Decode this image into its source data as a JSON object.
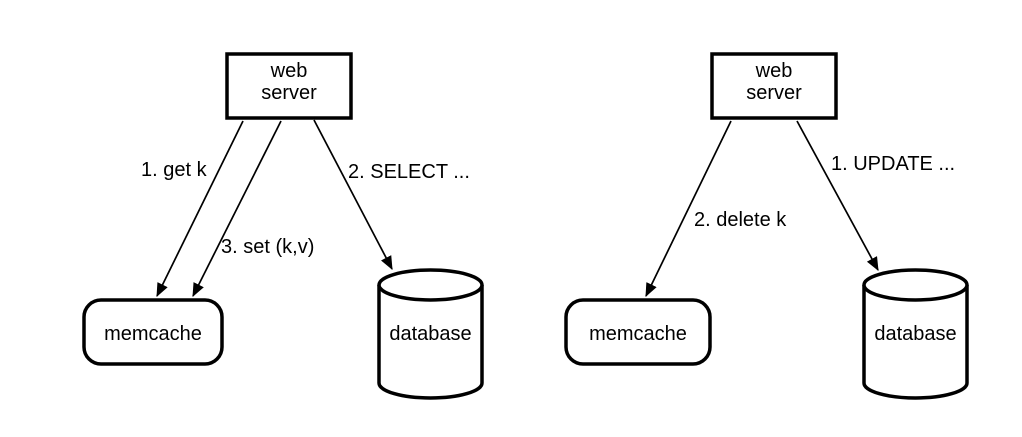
{
  "figure": {
    "background": "#ffffff",
    "ink_color": "#000000"
  },
  "diagrams": [
    {
      "id": "read-path",
      "nodes": {
        "web_server": {
          "line1": "web",
          "line2": "server"
        },
        "memcache": {
          "label": "memcache"
        },
        "database": {
          "label": "database"
        }
      },
      "edges": [
        {
          "label": "1. get k",
          "from": "web_server",
          "to": "memcache"
        },
        {
          "label": "2. SELECT ...",
          "from": "web_server",
          "to": "database"
        },
        {
          "label": "3. set (k,v)",
          "from": "web_server",
          "to": "memcache"
        }
      ]
    },
    {
      "id": "write-path",
      "nodes": {
        "web_server": {
          "line1": "web",
          "line2": "server"
        },
        "memcache": {
          "label": "memcache"
        },
        "database": {
          "label": "database"
        }
      },
      "edges": [
        {
          "label": "1. UPDATE ...",
          "from": "web_server",
          "to": "database"
        },
        {
          "label": "2. delete k",
          "from": "web_server",
          "to": "memcache"
        }
      ]
    }
  ]
}
